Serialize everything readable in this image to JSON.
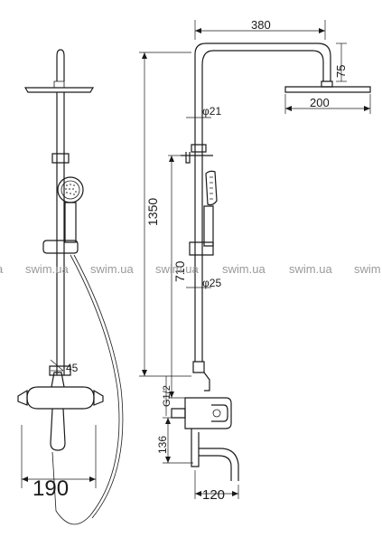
{
  "dimensions": {
    "width_top": "380",
    "height_head": "75",
    "head_diameter": "200",
    "pipe_upper": "φ21",
    "total_height": "1350",
    "bar_height": "710",
    "pipe_lower": "φ25",
    "connection": "G1/2",
    "outlet_height": "136",
    "spout_length": "120",
    "handset_angle": "45",
    "mixer_width": "190"
  },
  "watermark": {
    "text": "swim.ua",
    "clipped_left": "a",
    "clipped_right": "swim"
  }
}
